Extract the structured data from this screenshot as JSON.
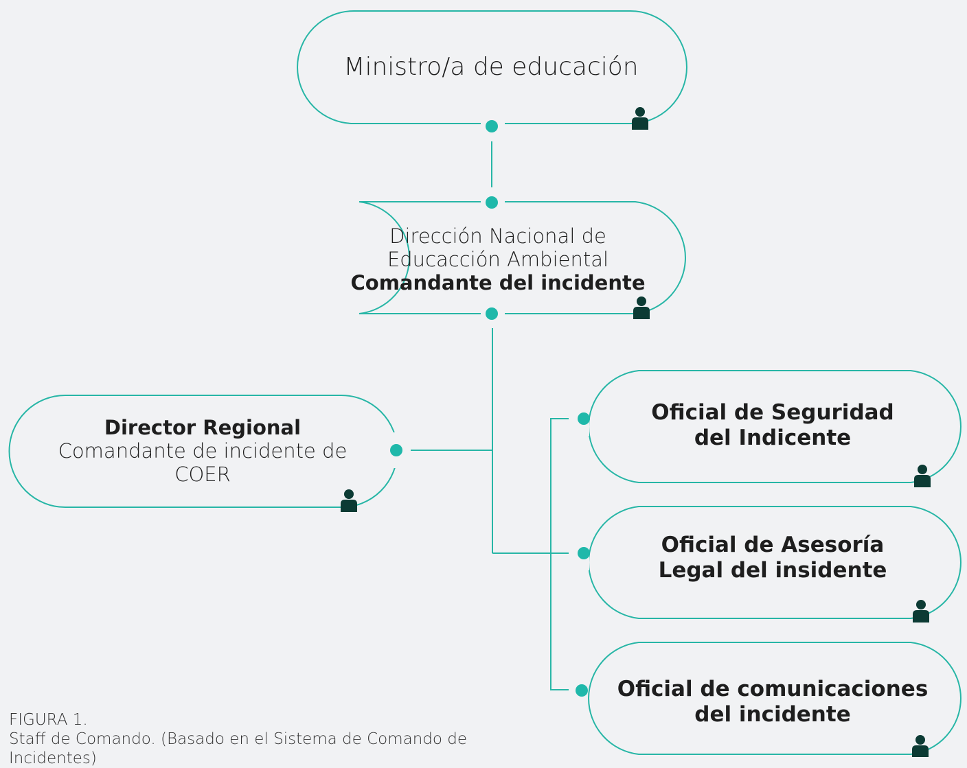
{
  "colors": {
    "background": "#f1f2f4",
    "outline": "#27b6a6",
    "dot": "#1fb8aa",
    "person_icon": "#0c3b34",
    "text": "#1e1e1e"
  },
  "nodes": {
    "ministro": {
      "lines": [
        "Ministro/a de educación"
      ]
    },
    "direccion": {
      "lines": [
        "Dirección Nacional de",
        "Educacción Ambiental"
      ],
      "bold": "Comandante del incidente"
    },
    "director": {
      "bold": "Director Regional",
      "lines": [
        "Comandante de incidente de",
        "COER"
      ]
    },
    "seguridad": {
      "bold_lines": [
        "Oficial de Seguridad",
        "del Indicente"
      ]
    },
    "asesoria": {
      "bold_lines": [
        "Oficial de Asesoría",
        "Legal del insidente"
      ]
    },
    "comunicaciones": {
      "bold_lines": [
        "Oficial de comunicaciones",
        "del incidente"
      ]
    }
  },
  "icons": {
    "person": "person-icon"
  },
  "caption": {
    "label": "FIGURA 1.",
    "text_line1": "Staff de Comando. (Basado en el Sistema de Comando de",
    "text_line2": "Incidentes)"
  }
}
